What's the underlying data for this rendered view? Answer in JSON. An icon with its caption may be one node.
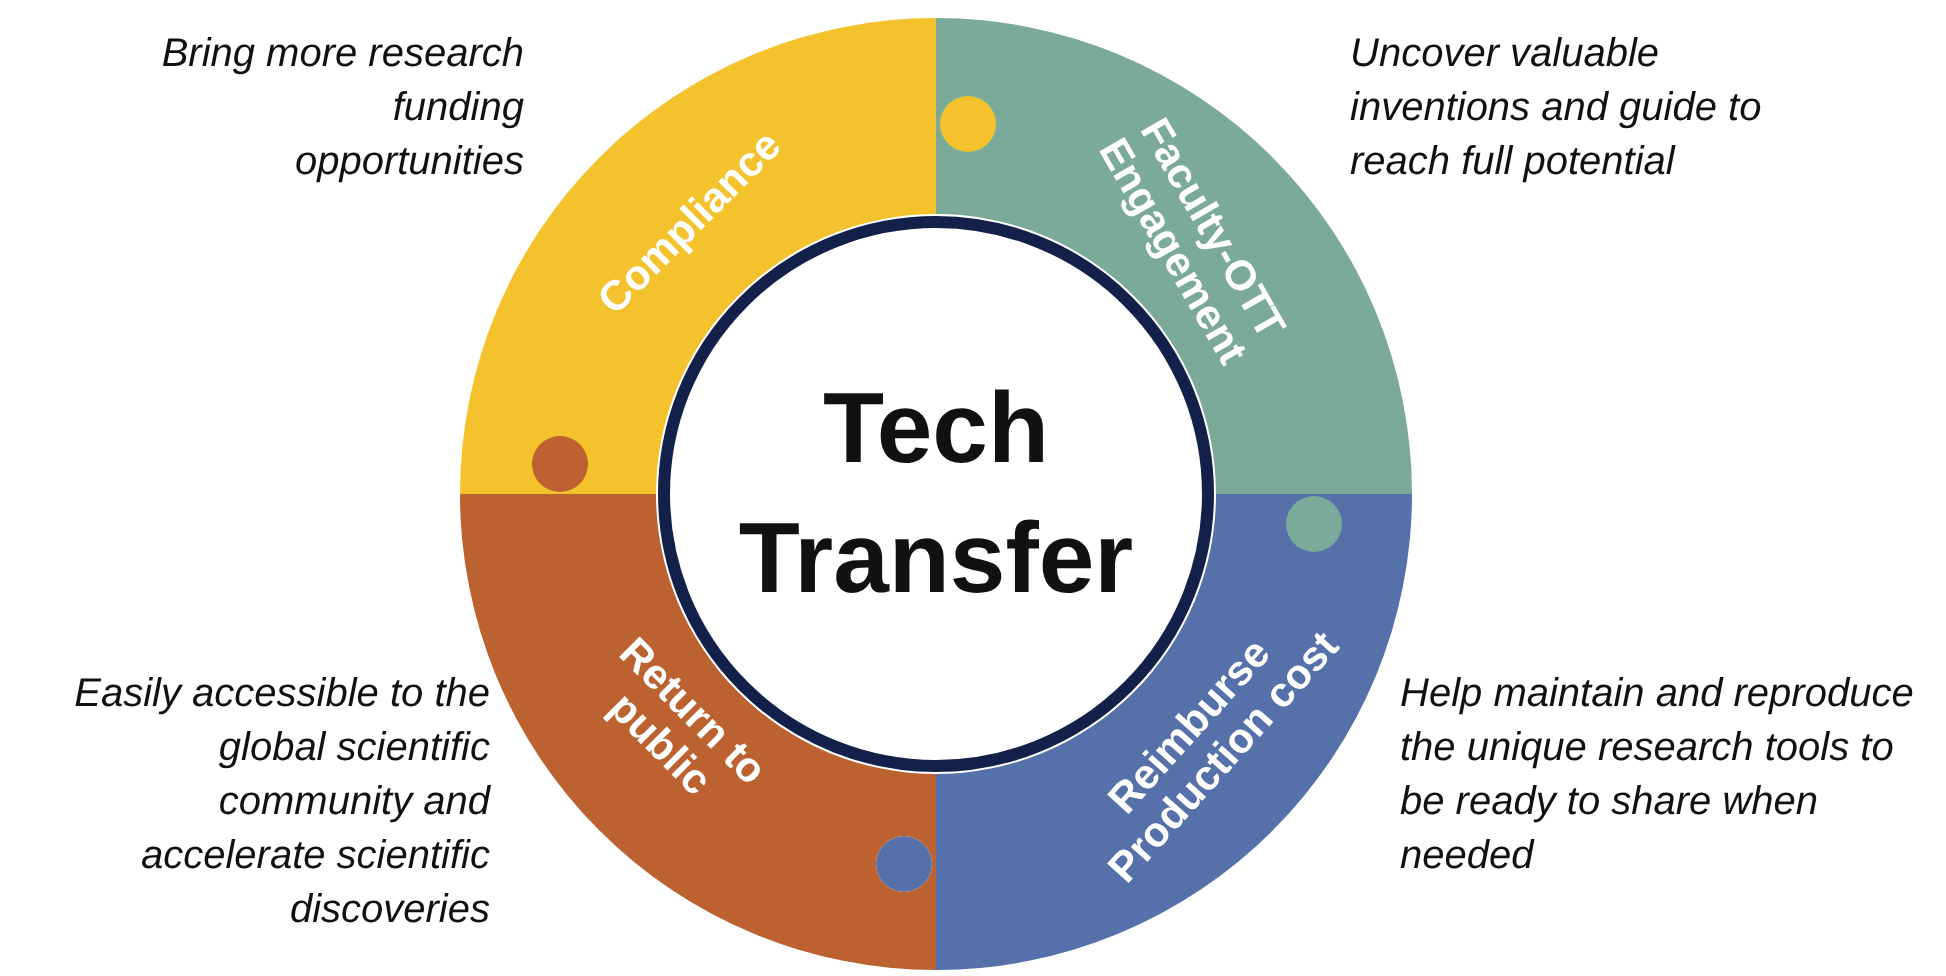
{
  "diagram": {
    "nodes": [
      {
        "text": [
          "Tech Transfer"
        ]
      },
      {
        "text": [
          "Compliance"
        ],
        "beside": [
          "Bring more research funding opportunities"
        ]
      },
      {
        "text": [
          "Faculty-OTT Engagement"
        ],
        "beside": [
          "Uncover valuable inventions and guide to reach full potential"
        ]
      },
      {
        "text": [
          "Reimburse Production cost"
        ],
        "beside": [
          "Help maintain and reproduce the unique research tools to be ready to share when needed"
        ]
      },
      {
        "text": [
          "Return to public"
        ],
        "beside": [
          "Easily accessible to the global scientific community and accelerate scientific discoveries"
        ]
      }
    ]
  }
}
